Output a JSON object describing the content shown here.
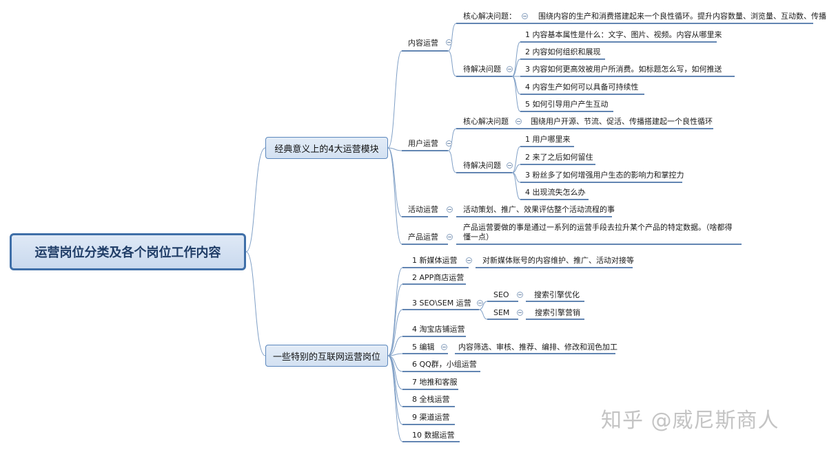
{
  "root": "运营岗位分类及各个岗位工作内容",
  "branch_classic": "经典意义上的4大运营模块",
  "branch_special": "一些特别的互联网运营岗位",
  "content_op": {
    "label": "内容运营",
    "core_label": "核心解决问题：",
    "core_text": "围绕内容的生产和消费搭建起来一个良性循环。提升内容数量、浏览量、互动数、传播",
    "pending_label": "待解决问题",
    "pending": [
      "1 内容基本属性是什么：文字、图片、视频。内容从哪里来",
      "2 内容如何组织和展现",
      "3 内容如何更高效被用户所消费。如标题怎么写，如何推送",
      "4 内容生产如何可以具备可持续性",
      "5 如何引导用户产生互动"
    ]
  },
  "user_op": {
    "label": "用户运营",
    "core_label": "核心解决问题",
    "core_text": "围绕用户开源、节流、促活、传播搭建起一个良性循环",
    "pending_label": "待解决问题",
    "pending": [
      "1 用户哪里来",
      "2 来了之后如何留住",
      "3 粉丝多了如何增强用户生态的影响力和掌控力",
      "4 出现流失怎么办"
    ]
  },
  "activity_op": {
    "label": "活动运营",
    "text": "活动策划、推广、效果评估整个活动流程的事"
  },
  "product_op": {
    "label": "产品运营",
    "text": "产品运营要做的事是通过一系列的运营手段去拉升某个产品的特定数据。（啥都得懂一点）"
  },
  "special": {
    "new_media": {
      "label": "1 新媒体运营",
      "text": "对新媒体账号的内容维护、推广、活动对接等"
    },
    "app_store": "2 APP商店运营",
    "seo_sem": {
      "label": "3 SEO\\SEM 运营",
      "seo": "SEO",
      "seo_text": "搜索引擎优化",
      "sem": "SEM",
      "sem_text": "搜索引擎营销"
    },
    "taobao": "4 淘宝店铺运营",
    "editor": {
      "label": "5 编辑",
      "text": "内容筛选、审核、推荐、编排、修改和润色加工"
    },
    "qq": "6 QQ群，小组运营",
    "ground": "7 地推和客服",
    "fullstack": "8 全栈运营",
    "channel": "9 渠道运营",
    "data": "10 数据运营"
  },
  "watermark": "知乎 @威尼斯商人",
  "colors": {
    "line": "#5f88b8",
    "underline": "#2f5d99",
    "root_border": "#3f6fa8"
  }
}
